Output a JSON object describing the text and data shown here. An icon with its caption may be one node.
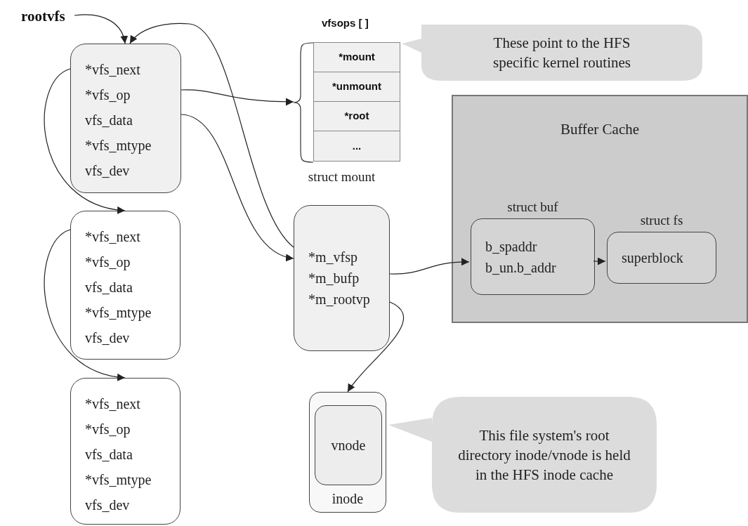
{
  "diagram": {
    "nodes": [
      {
        "text": [
          "rootvfs"
        ]
      },
      {
        "text": [
          "*vfs_next",
          "*vfs_op",
          "vfs_data",
          "*vfs_mtype",
          "vfs_dev"
        ]
      },
      {
        "text": [
          "*vfs_next",
          "*vfs_op",
          "vfs_data",
          "*vfs_mtype",
          "vfs_dev"
        ]
      },
      {
        "text": [
          "*vfs_next",
          "*vfs_op",
          "vfs_data",
          "*vfs_mtype",
          "vfs_dev"
        ]
      },
      {
        "text": [
          "vfsops [ ]",
          "*mount",
          "*unmount",
          "*root",
          "..."
        ]
      },
      {
        "text": [
          "These point to the HFS specific kernel routines"
        ]
      },
      {
        "text": [
          "struct mount",
          "*m_vfsp",
          "*m_bufp",
          "*m_rootvp"
        ]
      },
      {
        "text": [
          "Buffer Cache"
        ]
      },
      {
        "text": [
          "struct buf",
          "b_spaddr",
          "b_un.b_addr"
        ],
        "in": 7
      },
      {
        "text": [
          "struct fs",
          "superblock"
        ],
        "in": 7
      },
      {
        "text": [
          "inode"
        ]
      },
      {
        "text": [
          "vnode"
        ],
        "in": 10
      },
      {
        "text": [
          "This file system's root directory inode/vnode is held in the HFS inode cache"
        ]
      }
    ],
    "edges": [
      {
        "from": 0,
        "to": 1,
        "arrow": "to"
      },
      {
        "from": 6,
        "to": 1,
        "arrow": "to"
      },
      {
        "from": 1,
        "to": 4,
        "arrow": "to"
      },
      {
        "from": 1,
        "to": 6,
        "arrow": "to"
      },
      {
        "from": 1,
        "to": 2,
        "arrow": "to"
      },
      {
        "from": 2,
        "to": 3,
        "arrow": "to"
      },
      {
        "from": 6,
        "to": 8,
        "arrow": "to"
      },
      {
        "from": 8,
        "to": 9,
        "arrow": "to"
      },
      {
        "from": 6,
        "to": 10,
        "arrow": "to"
      }
    ]
  }
}
